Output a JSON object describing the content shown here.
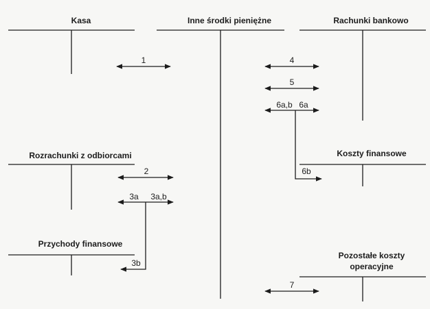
{
  "accounts": {
    "kasa": "Kasa",
    "inne_srodki": "Inne środki pieniężne",
    "rachunki_bankowe": "Rachunki bankowo",
    "rozrachunki": "Rozrachunki z odbiorcami",
    "koszty_finansowe": "Koszty finansowe",
    "przychody_finansowe": "Przychody finansowe",
    "pozostale_koszty_line1": "Pozostałe koszty",
    "pozostale_koszty_line2": "operacyjne"
  },
  "operations": {
    "op1": "1",
    "op2": "2",
    "op3_left": "3a",
    "op3_right": "3a,b",
    "op3b": "3b",
    "op4": "4",
    "op5": "5",
    "op6_left": "6a,b",
    "op6_right": "6a",
    "op6b": "6b",
    "op7": "7"
  }
}
